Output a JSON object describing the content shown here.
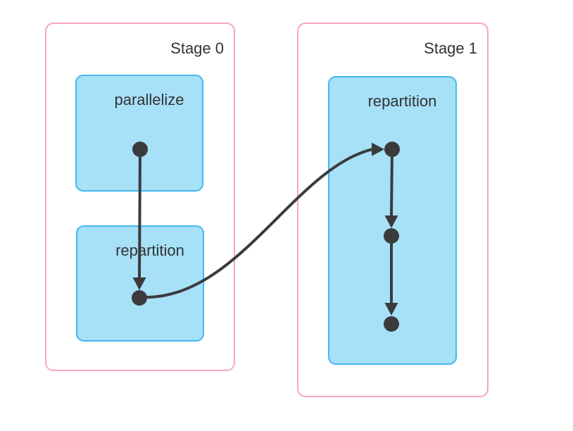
{
  "diagram": {
    "type": "spark-stage-dag",
    "stages": [
      {
        "label": "Stage 0",
        "operations": [
          {
            "label": "parallelize",
            "partition_dots": 1
          },
          {
            "label": "repartition",
            "partition_dots": 1
          }
        ]
      },
      {
        "label": "Stage 1",
        "operations": [
          {
            "label": "repartition",
            "partition_dots": 3
          }
        ]
      }
    ],
    "connections": [
      {
        "from": "Stage 0 / parallelize",
        "to": "Stage 0 / repartition"
      },
      {
        "from": "Stage 0 / repartition",
        "to": "Stage 1 / repartition"
      },
      {
        "from": "Stage 1 / repartition / dot 1",
        "to": "Stage 1 / repartition / dot 2"
      },
      {
        "from": "Stage 1 / repartition / dot 2",
        "to": "Stage 1 / repartition / dot 3"
      }
    ],
    "colors": {
      "stage_border": "#F7A6B8",
      "operation_fill": "#A6E1F8",
      "operation_border": "#44B7F0",
      "edge": "#3B3B3D",
      "text": "#333333",
      "background": "#FFFFFF"
    }
  }
}
